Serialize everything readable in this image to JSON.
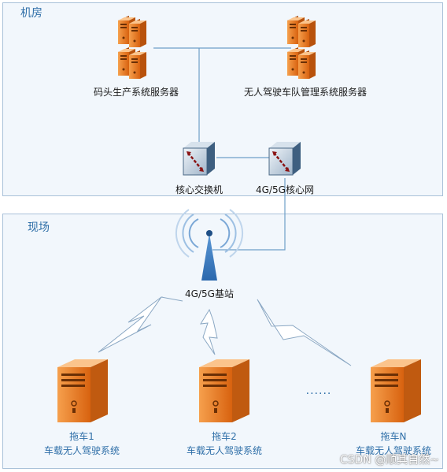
{
  "zones": {
    "machine_room": {
      "title": "机房"
    },
    "field": {
      "title": "现场"
    }
  },
  "nodes": {
    "terminal_server": {
      "label": "码头生产系统服务器"
    },
    "fleet_server": {
      "label": "无人驾驶车队管理系统服务器"
    },
    "core_switch": {
      "label": "核心交换机"
    },
    "core_network": {
      "label": "4G/5G核心网"
    },
    "base_station": {
      "label": "4G/5G基站"
    },
    "truck1": {
      "name": "拖车1",
      "system": "车载无人驾驶系统"
    },
    "truck2": {
      "name": "拖车2",
      "system": "车载无人驾驶系统"
    },
    "truckN": {
      "name": "拖车N",
      "system": "车载无人驾驶系统"
    },
    "ellipsis": "......"
  },
  "watermark": "CSDN @顺其自然~",
  "colors": {
    "server_orange": "#e8781e",
    "zone_fill": "#f2f7fc",
    "zone_border": "#a9c1d9",
    "link_line": "#6f9fc8",
    "title_blue": "#2f6fa8"
  }
}
